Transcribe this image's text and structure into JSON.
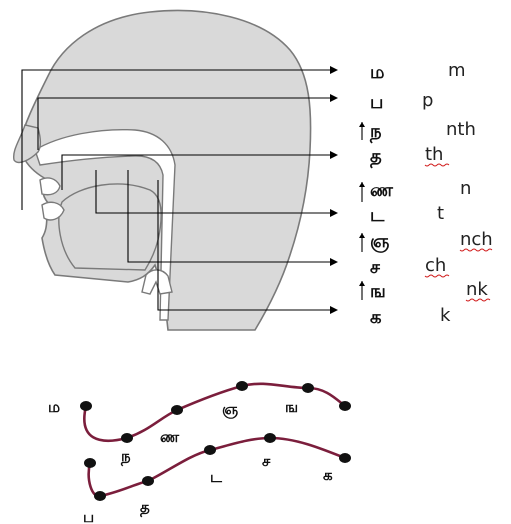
{
  "colors": {
    "head_fill": "#d9d9d9",
    "outline": "#7a7a7a",
    "pointer": "#000000",
    "curve": "#7b1e3c",
    "dot": "#111111",
    "squiggle": "#d01818"
  },
  "places": [
    {
      "tamil": "ம",
      "roman": "m",
      "squiggle": false
    },
    {
      "tamil": "ப",
      "roman": "p",
      "squiggle": false
    },
    {
      "tamil": "ந",
      "roman": "nth",
      "squiggle": false
    },
    {
      "tamil": "த",
      "roman": "th",
      "squiggle": true
    },
    {
      "tamil": "ண",
      "roman": "n",
      "squiggle": false
    },
    {
      "tamil": "ட",
      "roman": "t",
      "squiggle": false
    },
    {
      "tamil": "ஞ",
      "roman": "nch",
      "squiggle": true
    },
    {
      "tamil": "ச",
      "roman": "ch",
      "squiggle": true
    },
    {
      "tamil": "ங",
      "roman": "nk",
      "squiggle": true
    },
    {
      "tamil": "க",
      "roman": "k",
      "squiggle": false
    }
  ],
  "nasal_curve": [
    "ம",
    "ந",
    "ண",
    "ஞ",
    "ங"
  ],
  "stop_curve": [
    "ப",
    "த",
    "ட",
    "ச",
    "க"
  ]
}
